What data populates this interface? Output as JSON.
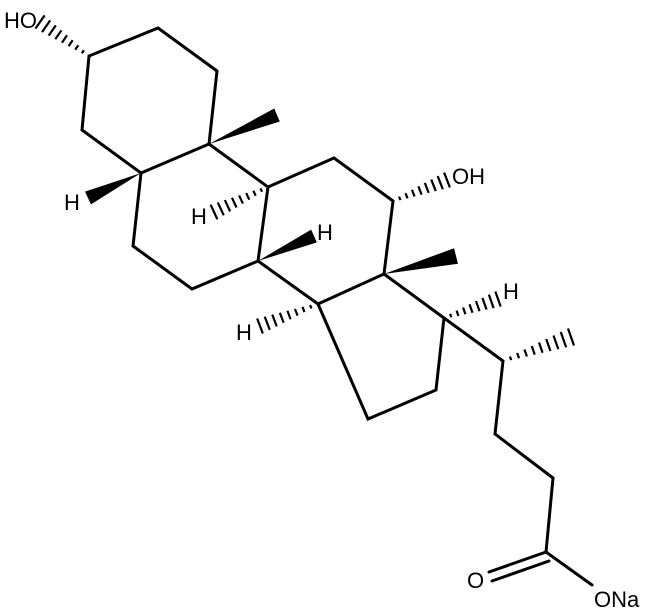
{
  "molecule": {
    "labels": {
      "oh_c3": "HO",
      "oh_c12": "OH",
      "h_c5": "H",
      "h_c9": "H",
      "h_c8": "H",
      "h_c14": "H",
      "h_c17": "H",
      "o_carbonyl": "O",
      "o_sodium": "ONa"
    }
  }
}
